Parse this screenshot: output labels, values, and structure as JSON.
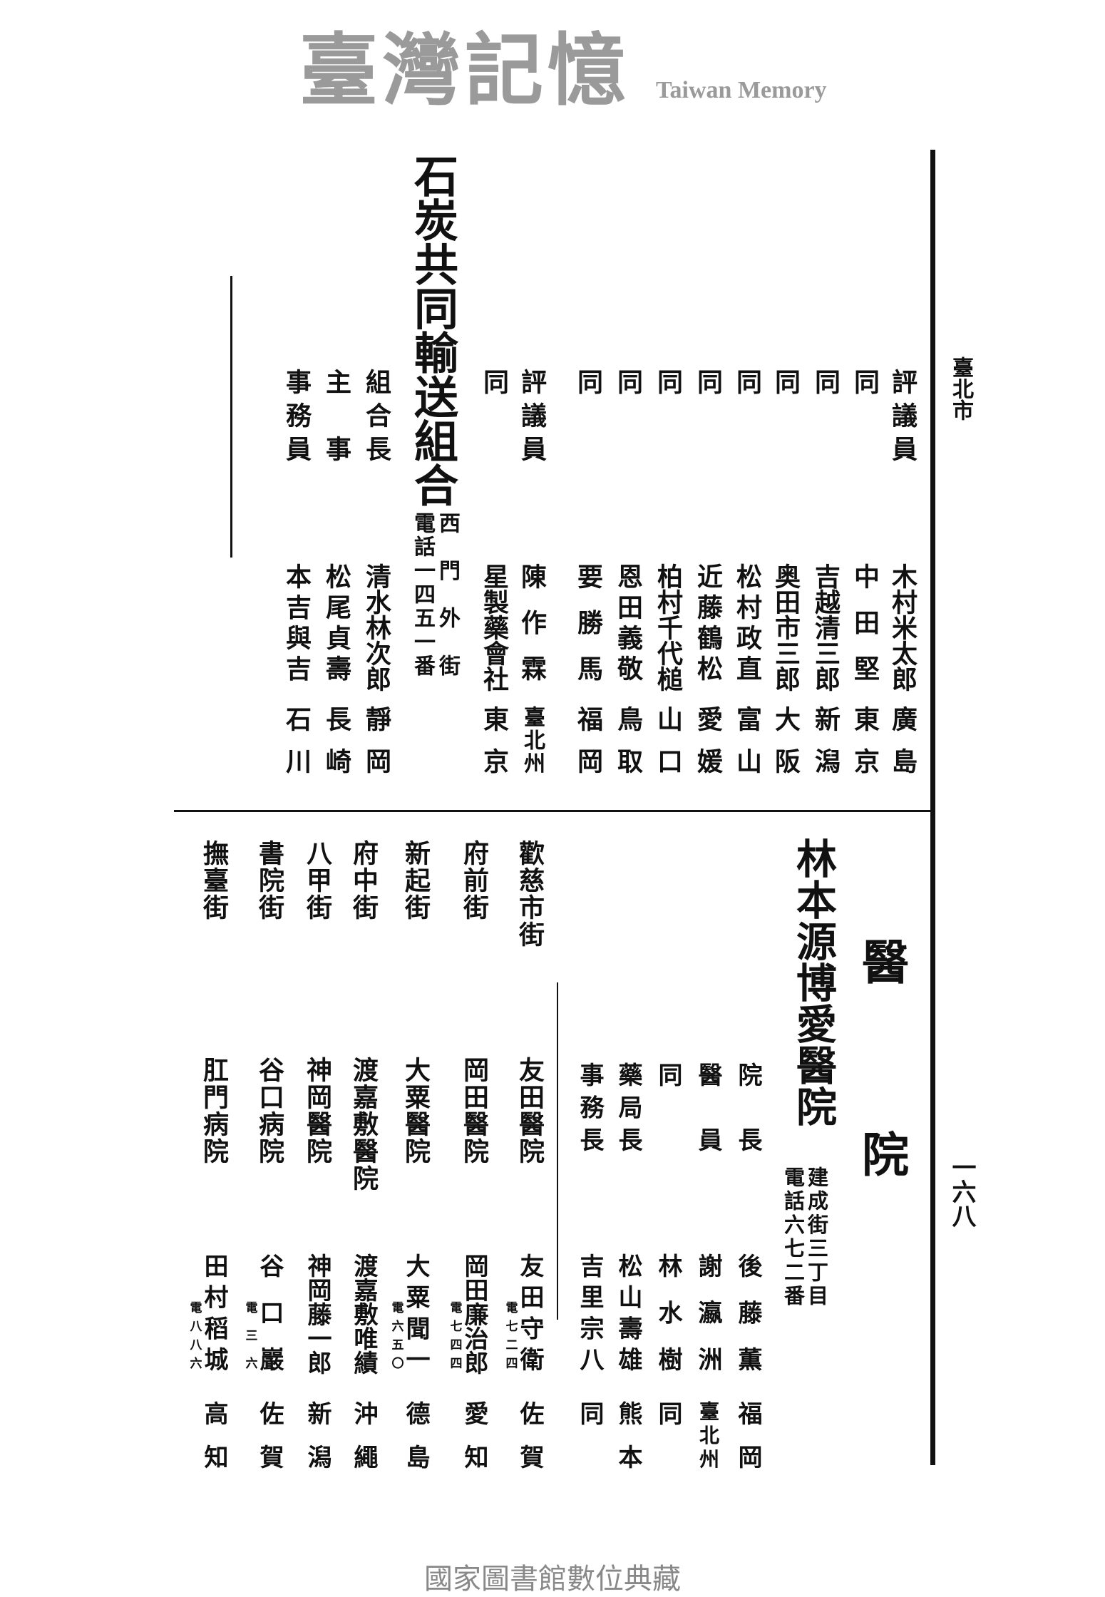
{
  "header": {
    "running_title": "臺北市",
    "page_number": "一六八"
  },
  "coal_committee": {
    "title_label": "評議員",
    "members": [
      {
        "role": "評議員",
        "name": "木村米太郎",
        "pref": "廣島"
      },
      {
        "role": "同",
        "name": "中田堅",
        "pref": "東京"
      },
      {
        "role": "同",
        "name": "吉越清三郎",
        "pref": "新潟"
      },
      {
        "role": "同",
        "name": "奥田市三郎",
        "pref": "大阪"
      },
      {
        "role": "同",
        "name": "松村政直",
        "pref": "富山"
      },
      {
        "role": "同",
        "name": "近藤鶴松",
        "pref": "愛媛"
      },
      {
        "role": "同",
        "name": "柏村千代槌",
        "pref": "山口"
      },
      {
        "role": "同",
        "name": "恩田義敬",
        "pref": "鳥取"
      },
      {
        "role": "同",
        "name": "要勝馬",
        "pref": "福岡"
      },
      {
        "role": "評議員",
        "name": "陳作霖",
        "pref": "臺北州"
      },
      {
        "role": "同",
        "name": "星製藥會社",
        "pref": "東京"
      }
    ]
  },
  "coal_union": {
    "title": "石炭共同輸送組合",
    "address": "西門外街",
    "phone": "電話一四五一番",
    "members": [
      {
        "role": "組合長",
        "name": "清水林次郎",
        "pref": "靜岡"
      },
      {
        "role": "主事",
        "name": "松尾貞壽",
        "pref": "長崎"
      },
      {
        "role": "事務員",
        "name": "本吉與吉",
        "pref": "石川"
      }
    ]
  },
  "hospitals_section": {
    "heading_1": "醫",
    "heading_2": "院",
    "main": {
      "title": "林本源博愛醫院",
      "address": "建成街三丁目",
      "phone": "電話六七二番",
      "staff": [
        {
          "role": "院長",
          "name": "後藤薫",
          "pref": "福岡"
        },
        {
          "role": "醫員",
          "name": "謝瀛洲",
          "pref": "臺北州"
        },
        {
          "role": "同",
          "name": "林水樹",
          "pref": "同"
        },
        {
          "role": "藥局長",
          "name": "松山壽雄",
          "pref": "熊本"
        },
        {
          "role": "事務長",
          "name": "吉里宗八",
          "pref": "同"
        }
      ]
    },
    "list": [
      {
        "street": "歡慈市街",
        "hospital": "友田醫院",
        "name": "友田守衛",
        "phone": "電七二四",
        "pref": "佐賀"
      },
      {
        "street": "府前街",
        "hospital": "岡田醫院",
        "name": "岡田廉治郎",
        "phone": "電七四四",
        "pref": "愛知"
      },
      {
        "street": "新起街",
        "hospital": "大粟醫院",
        "name": "大粟聞一",
        "phone": "電六五〇",
        "pref": "德島"
      },
      {
        "street": "府中街",
        "hospital": "渡嘉敷醫院",
        "name": "渡嘉敷唯績",
        "phone": "",
        "pref": "沖繩"
      },
      {
        "street": "八甲街",
        "hospital": "神岡醫院",
        "name": "神岡藤一郎",
        "phone": "",
        "pref": "新潟"
      },
      {
        "street": "書院街",
        "hospital": "谷口病院",
        "name": "谷口巖",
        "phone": "電三六",
        "pref": "佐賀"
      },
      {
        "street": "撫臺街",
        "hospital": "肛門病院",
        "name": "田村稻城",
        "phone": "電八八六",
        "pref": "高知"
      }
    ]
  },
  "watermark": {
    "chinese": "臺灣記憶",
    "english": "Taiwan Memory"
  },
  "footer": {
    "collection": "國家圖書館數位典藏"
  }
}
